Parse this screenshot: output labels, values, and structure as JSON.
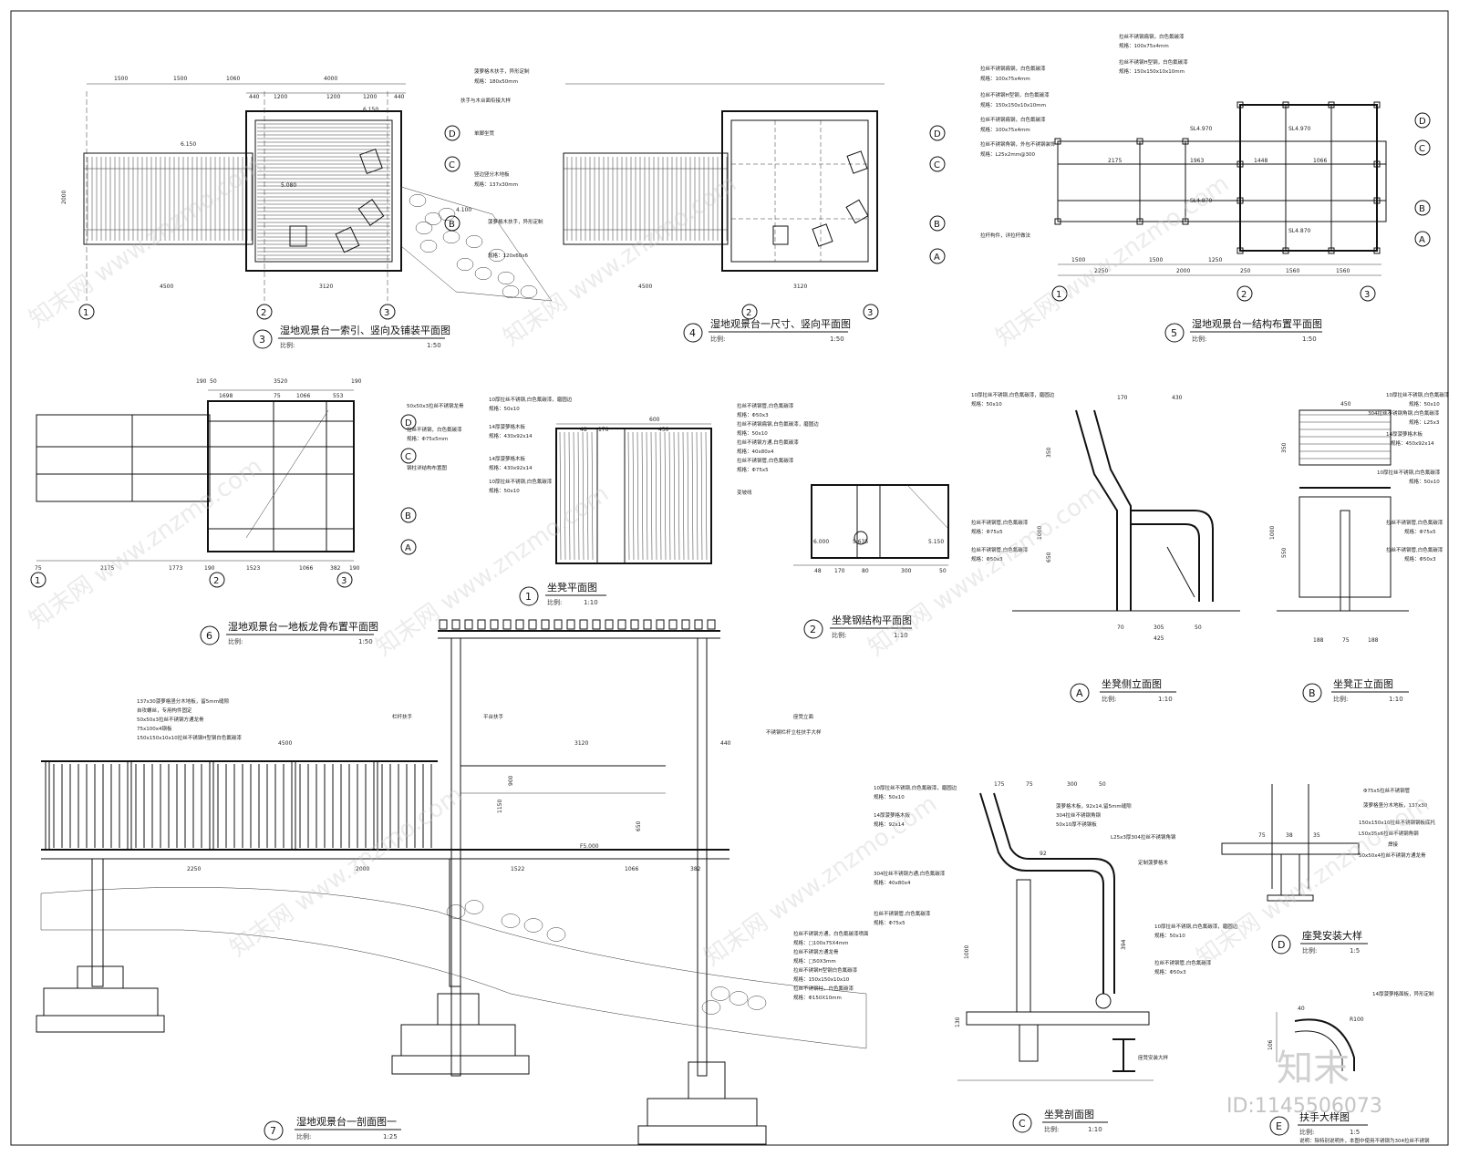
{
  "drawings": [
    {
      "num": "3",
      "title": "湿地观景台一索引、竖向及铺装平面图",
      "scale_label": "比例:",
      "scale": "1:50"
    },
    {
      "num": "4",
      "title": "湿地观景台一尺寸、竖向平面图",
      "scale_label": "比例:",
      "scale": "1:50"
    },
    {
      "num": "5",
      "title": "湿地观景台一结构布置平面图",
      "scale_label": "比例:",
      "scale": "1:50"
    },
    {
      "num": "6",
      "title": "湿地观景台一地板龙骨布置平面图",
      "scale_label": "比例:",
      "scale": "1:50"
    },
    {
      "num": "1",
      "title": "坐凳平面图",
      "scale_label": "比例:",
      "scale": "1:10"
    },
    {
      "num": "2",
      "title": "坐凳钢结构平面图",
      "scale_label": "比例:",
      "scale": "1:10"
    },
    {
      "num": "A",
      "title": "坐凳侧立面图",
      "scale_label": "比例:",
      "scale": "1:10"
    },
    {
      "num": "B",
      "title": "坐凳正立面图",
      "scale_label": "比例:",
      "scale": "1:10"
    },
    {
      "num": "7",
      "title": "湿地观景台一剖面图一",
      "scale_label": "比例:",
      "scale": "1:25"
    },
    {
      "num": "C",
      "title": "坐凳剖面图",
      "scale_label": "比例:",
      "scale": "1:10"
    },
    {
      "num": "D",
      "title": "座凳安装大样",
      "scale_label": "比例:",
      "scale": "1:5"
    },
    {
      "num": "E",
      "title": "扶手大样图",
      "scale_label": "比例:",
      "scale": "1:5"
    }
  ],
  "grid_labels": {
    "cols": [
      "1",
      "2",
      "3"
    ],
    "rows": [
      "A",
      "B",
      "C",
      "D"
    ]
  },
  "dims": {
    "plan_top": [
      "1500",
      "1500",
      "1060",
      "4000",
      "440",
      "1200",
      "1200",
      "1200",
      "440"
    ],
    "plan_bottom": [
      "4500",
      "3120"
    ],
    "plan_left": "2000",
    "levels": [
      "6.150",
      "6.150",
      "5.080",
      "4.100"
    ],
    "struct_top": [
      "2175",
      "1963",
      "1448",
      "1066"
    ],
    "struct_bottom": [
      "1500",
      "1500",
      "1250",
      "2250",
      "2000",
      "250",
      "1560",
      "1560"
    ],
    "struct_levels": [
      "SL4.970",
      "SL4.970",
      "SL4.870",
      "SL4.870"
    ],
    "joist_top": [
      "190",
      "50",
      "3520",
      "1698",
      "75",
      "1066",
      "553",
      "190"
    ],
    "joist_bottom": [
      "75",
      "2175",
      "1773",
      "190",
      "1523",
      "1066",
      "382",
      "190"
    ],
    "seat_plan": [
      "600",
      "48",
      "170",
      "430"
    ],
    "seat_steel": [
      "48",
      "170",
      "80",
      "300",
      "50",
      "6.000",
      "5.635",
      "5.150"
    ],
    "seat_side": [
      "170",
      "430",
      "350",
      "1000",
      "650",
      "70",
      "305",
      "50",
      "425"
    ],
    "seat_front": [
      "450",
      "350",
      "1000",
      "550",
      "188",
      "75",
      "188"
    ],
    "section": [
      "4500",
      "3120",
      "440",
      "2250",
      "2000",
      "1522",
      "1066",
      "382",
      "1150",
      "900",
      "650",
      "F5.000"
    ],
    "seat_section": [
      "175",
      "75",
      "300",
      "50",
      "92",
      "1000",
      "130",
      "394"
    ],
    "detail_D": [
      "75",
      "38",
      "35"
    ],
    "detail_E": [
      "40",
      "R100",
      "106"
    ]
  },
  "notes": {
    "plan3": [
      "菠萝格木扶手，异形定制",
      "规格：180x50mm",
      "扶手与木台面衔接大样",
      "单脚坐凳",
      "竖边竖分木地板",
      "规格：137x30mm",
      "菠萝格木扶手，异形定制",
      "规格：120x60x6"
    ],
    "plan5": [
      "拉丝不锈钢扁钢，白色氟碳漆",
      "规格：100x75x4mm",
      "拉丝不锈钢H型钢，白色氟碳漆",
      "规格：150x150x10x10mm",
      "拉丝不锈钢角钢，外包不锈钢装饰",
      "规格：L25x2mm@300",
      "拉杆构件，详拉杆做法"
    ],
    "plan6": [
      "50x50x3拉丝不锈钢龙骨",
      "拉丝不锈钢，白色氟碳漆",
      "规格：Φ75x5mm",
      "钢柱详结构布置图"
    ],
    "seat1": [
      "10厚拉丝不锈钢,白色氟碳漆，磨圆边",
      "规格：50x10",
      "14厚菠萝格木板",
      "规格：430x92x14",
      "14厚菠萝格木板",
      "规格：430x92x14",
      "10厚拉丝不锈钢,白色氟碳漆",
      "规格：50x10"
    ],
    "seat2": [
      "拉丝不锈钢管,白色氟碳漆",
      "规格：Φ50x3",
      "拉丝不锈钢扁钢,白色氟碳漆，磨圆边",
      "规格：50x10",
      "拉丝不锈钢方通,白色氟碳漆",
      "规格：40x80x4",
      "拉丝不锈钢管,白色氟碳漆",
      "规格：Φ75x5",
      "变坡线"
    ],
    "seatA": [
      "10厚拉丝不锈钢,白色氟碳漆，磨圆边",
      "规格：50x10",
      "拉丝不锈钢管,白色氟碳漆",
      "规格：Φ75x5",
      "拉丝不锈钢管,白色氟碳漆",
      "规格：Φ50x3"
    ],
    "seatB": [
      "10厚拉丝不锈钢,白色氟碳漆",
      "规格：50x10",
      "304拉丝不锈钢角钢,白色氟碳漆",
      "规格：L25x3",
      "14厚菠萝格木板",
      "规格：450x92x14",
      "10厚拉丝不锈钢,白色氟碳漆",
      "规格：50x10",
      "拉丝不锈钢管,白色氟碳漆",
      "规格：Φ75x5",
      "拉丝不锈钢管,白色氟碳漆",
      "规格：Φ50x3"
    ],
    "section7": [
      "137x30菠萝格竖分木地板，留5mm缝隙",
      "自攻螺丝，专用构件固定",
      "50x50x3拉丝不锈钢方通龙骨",
      "75x100x4钢板",
      "150x150x10x10拉丝不锈钢H型钢白色氟碳漆",
      "栏杆扶手",
      "平台扶手",
      "座凳立面",
      "不锈钢栏杆立柱扶手大样",
      "拉丝不锈钢方通，白色氟碳漆喷面",
      "规格：□100x75X4mm",
      "拉丝不锈钢方通龙骨",
      "规格：□50X3mm",
      "拉丝不锈钢H型钢白色氟碳漆",
      "规格：150x150x10x10",
      "拉丝不锈钢柱，白色氟碳漆",
      "规格：Φ150X10mm"
    ],
    "seatC": [
      "10厚拉丝不锈钢,白色氟碳漆，磨圆边",
      "规格：50x10",
      "14厚菠萝格木板",
      "规格：92x14",
      "304拉丝不锈钢方通,白色氟碳漆",
      "规格：40x80x4",
      "拉丝不锈钢管,白色氟碳漆",
      "规格：Φ75x5",
      "菠萝格木板，92x14,留5mm缝隙",
      "304拉丝不锈钢角钢",
      "50x10厚不锈钢板",
      "L25x3厚304拉丝不锈钢角钢",
      "定制菠萝格木",
      "10厚拉丝不锈钢,白色氟碳漆，磨圆边",
      "规格：50x10",
      "拉丝不锈钢管,白色氟碳漆",
      "规格：Φ50x3",
      "座凳安装大样"
    ],
    "detailD": [
      "Φ75x5拉丝不锈钢管",
      "菠萝格竖分木地板，137x30",
      "150x150x10拉丝不锈钢钢板底托",
      "L50x35x6拉丝不锈钢角钢",
      "焊接",
      "50x50x4拉丝不锈钢方通龙骨"
    ],
    "detailE": [
      "14厚菠萝格面板，异形定制",
      "说明：除特别说明外，本图中使用不锈钢为304拉丝不锈钢"
    ]
  },
  "watermark": {
    "text": "知末网 www.znzmo.com",
    "logo": "知末",
    "id": "ID:1145506073"
  }
}
